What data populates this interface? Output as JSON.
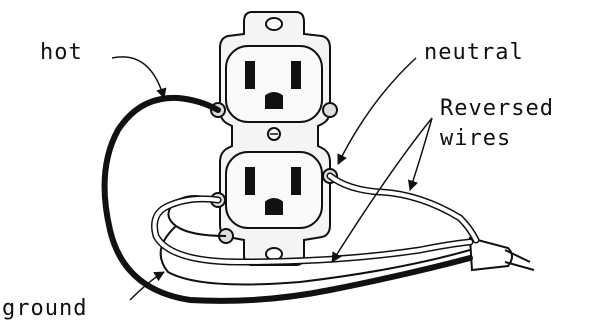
{
  "labels": {
    "hot": "hot",
    "neutral": "neutral",
    "reversed_line1": "Reversed",
    "reversed_line2": "wires",
    "ground": "ground"
  },
  "colors": {
    "ink": "#111111",
    "background": "#ffffff",
    "outlet_fill": "#f2f2f2"
  }
}
